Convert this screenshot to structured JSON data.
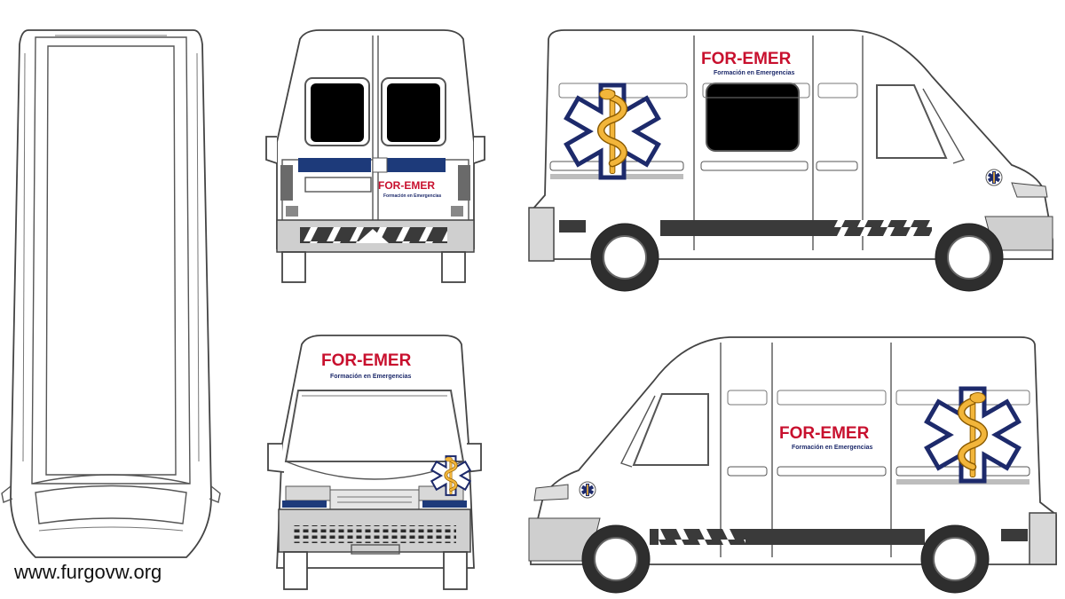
{
  "brand": {
    "name": "FOR-EMER",
    "tagline": "Formación en Emergencias",
    "colors": {
      "red": "#c8102e",
      "navy": "#1d2a6b",
      "gold": "#f2b53a"
    }
  },
  "watermark": "www.furgovw.org",
  "views": [
    "top-view",
    "rear-view",
    "front-view",
    "left-side-view",
    "right-side-view"
  ],
  "icons": [
    "star-of-life-icon",
    "rod-of-asclepius-icon"
  ]
}
